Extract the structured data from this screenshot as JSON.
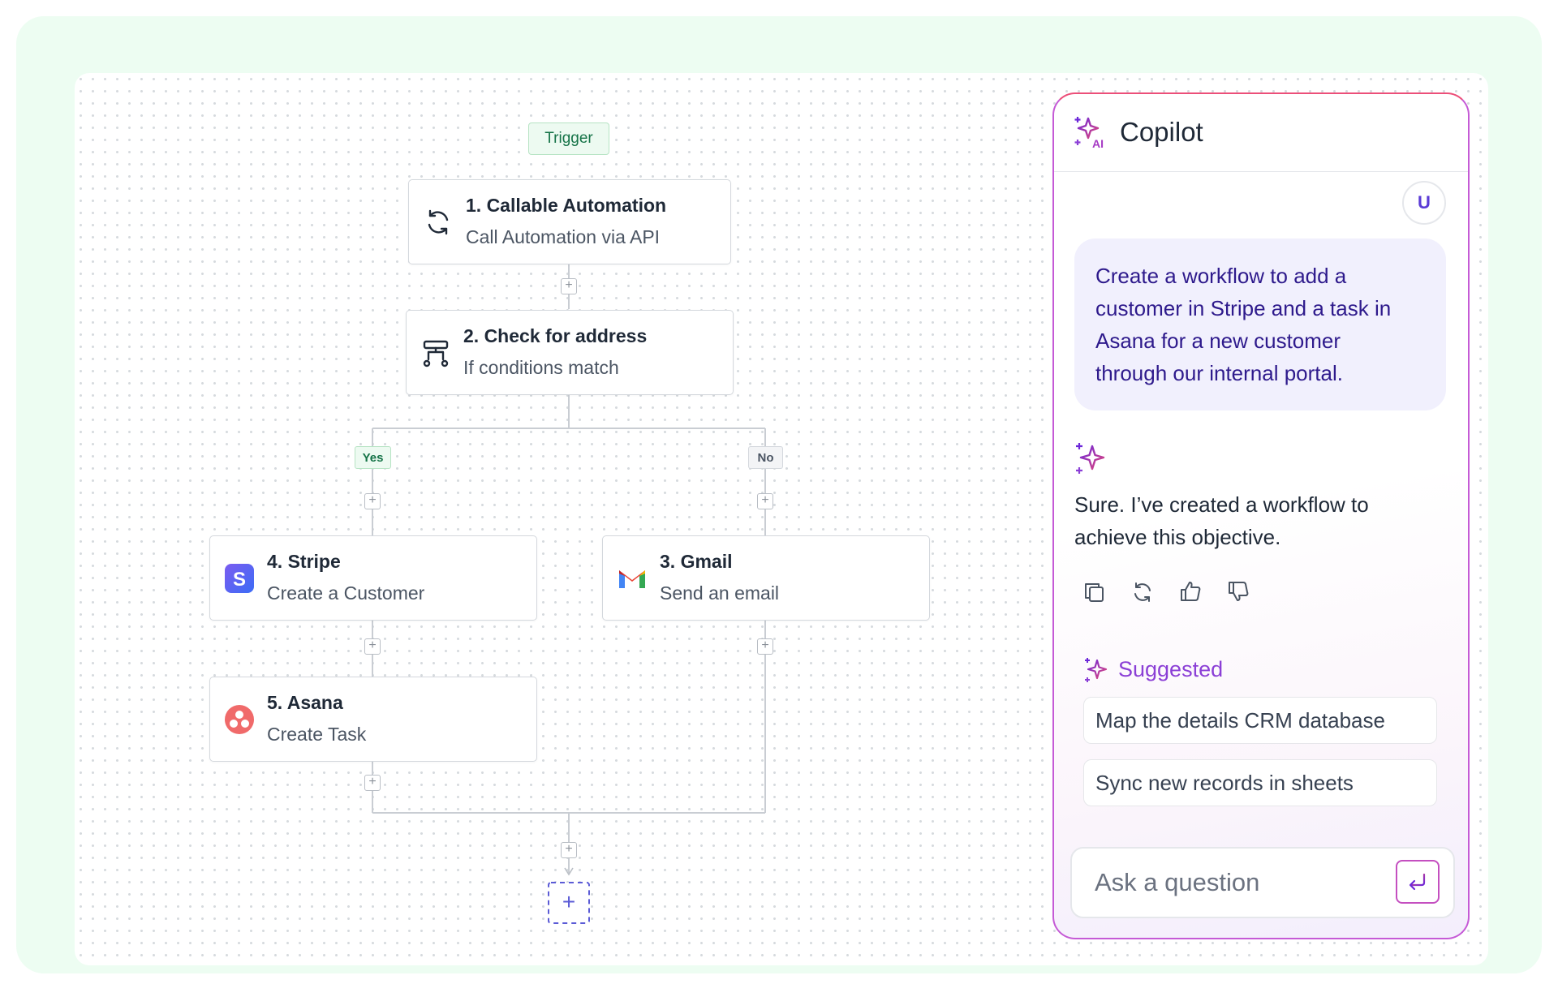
{
  "canvas": {
    "trigger_label": "Trigger",
    "yes_label": "Yes",
    "no_label": "No",
    "nodes": [
      {
        "title": "1. Callable Automation",
        "subtitle": "Call Automation via API",
        "icon": "sync-icon"
      },
      {
        "title": "2. Check for address",
        "subtitle": "If conditions match",
        "icon": "branch-icon"
      },
      {
        "title": "4. Stripe",
        "subtitle": "Create a Customer",
        "icon": "stripe-logo-icon"
      },
      {
        "title": "3. Gmail",
        "subtitle": "Send an email",
        "icon": "gmail-logo-icon"
      },
      {
        "title": "5. Asana",
        "subtitle": "Create Task",
        "icon": "asana-logo-icon"
      }
    ],
    "plus_symbol": "+"
  },
  "copilot": {
    "title": "Copilot",
    "user_avatar": "U",
    "user_message_lines": [
      "Create a workflow to add a",
      "customer in Stripe and a task in",
      "Asana for a new customer",
      "through our internal portal."
    ],
    "ai_reply_lines": [
      "Sure. I’ve created a workflow to",
      "achieve this objective."
    ],
    "actions": [
      "copy-icon",
      "regenerate-icon",
      "thumbs-up-icon",
      "thumbs-down-icon"
    ],
    "suggested_label": "Suggested",
    "suggestions": [
      "Map the details  CRM database",
      "Sync new records in sheets"
    ],
    "input_placeholder": "Ask a question"
  },
  "colors": {
    "accent_purple": "#6d28d9",
    "user_bubble_bg": "#f1f0fd",
    "user_text": "#2e1a8c",
    "yes_green": "#157347",
    "panel_border": "#c55ad6"
  }
}
